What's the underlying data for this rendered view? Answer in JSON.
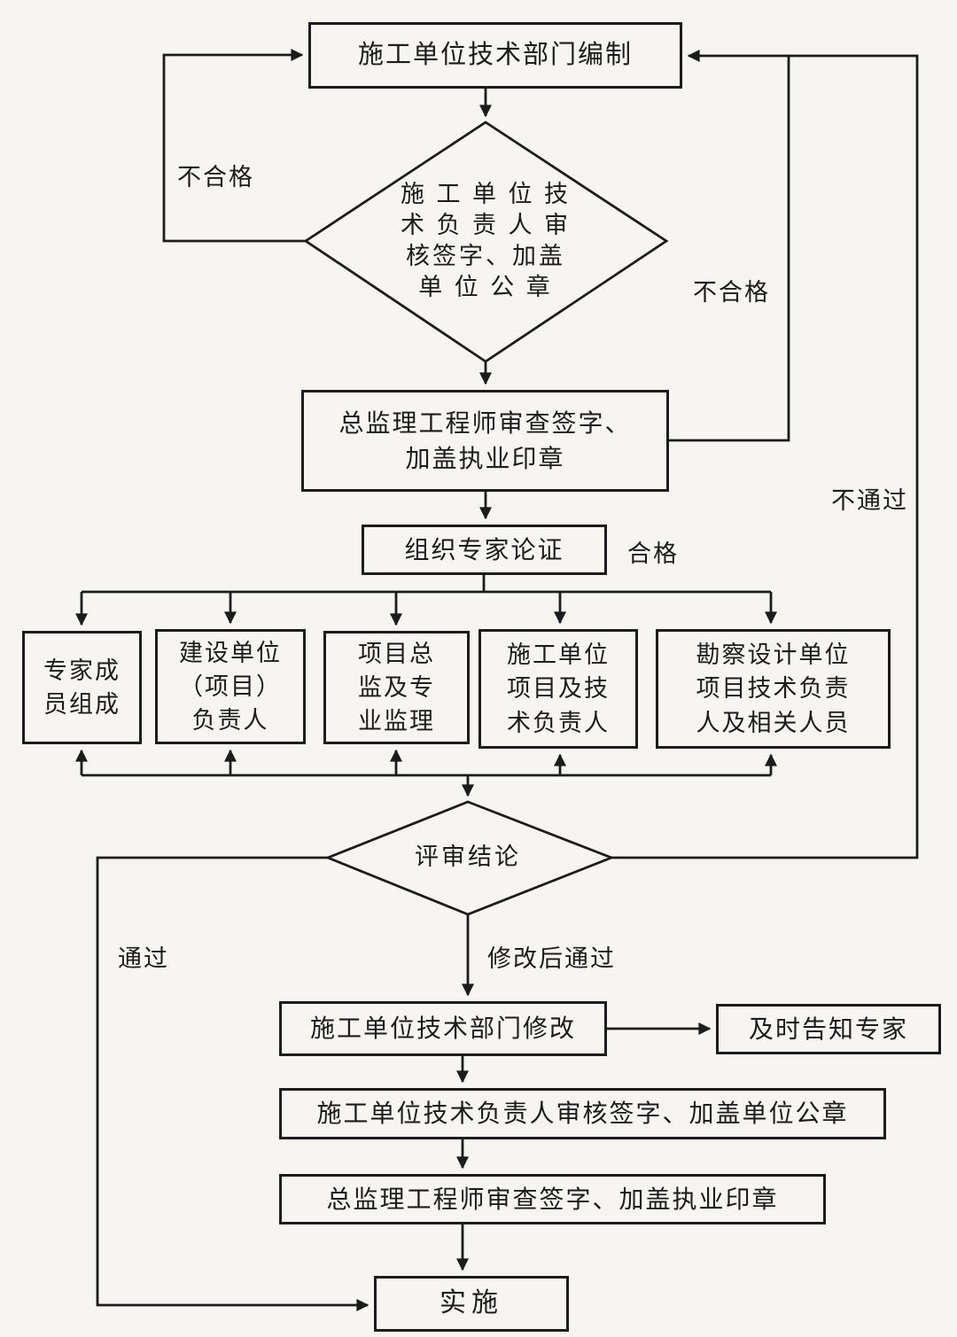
{
  "colors": {
    "ink": "#1c1c1c",
    "paper": "#f6f5f1"
  },
  "nodes": {
    "compile": {
      "label": "施工单位技术部门编制"
    },
    "tech_review_diamond": {
      "label": "施 工 单 位 技\n术 负 责 人 审\n核签字、加盖\n单 位 公 章"
    },
    "chief_engineer_review": {
      "label": "总监理工程师审查签字、\n加盖执业印章"
    },
    "organize_expert_review": {
      "label": "组织专家论证"
    },
    "expert_members": {
      "label": "专家成\n员组成"
    },
    "client_project_leader": {
      "label": "建设单位\n（项目）\n负责人"
    },
    "project_supervisors": {
      "label": "项目总\n监及专\n业监理"
    },
    "contractor_leaders": {
      "label": "施工单位\n项目及技\n术负责人"
    },
    "survey_design_leaders": {
      "label": "勘察设计单位\n项目技术负责\n人及相关人员"
    },
    "review_conclusion_diamond": {
      "label": "评审结论"
    },
    "revise": {
      "label": "施工单位技术部门修改"
    },
    "notify_experts": {
      "label": "及时告知专家"
    },
    "tech_leader_sign": {
      "label": "施工单位技术负责人审核签字、加盖单位公章"
    },
    "chief_engineer_sign": {
      "label": "总监理工程师审查签字、加盖执业印章"
    },
    "implement": {
      "label": "实施"
    }
  },
  "edge_labels": {
    "fail_left": "不合格",
    "fail_right": "不合格",
    "not_pass": "不通过",
    "qualified": "合格",
    "pass": "通过",
    "pass_after_revision": "修改后通过"
  }
}
